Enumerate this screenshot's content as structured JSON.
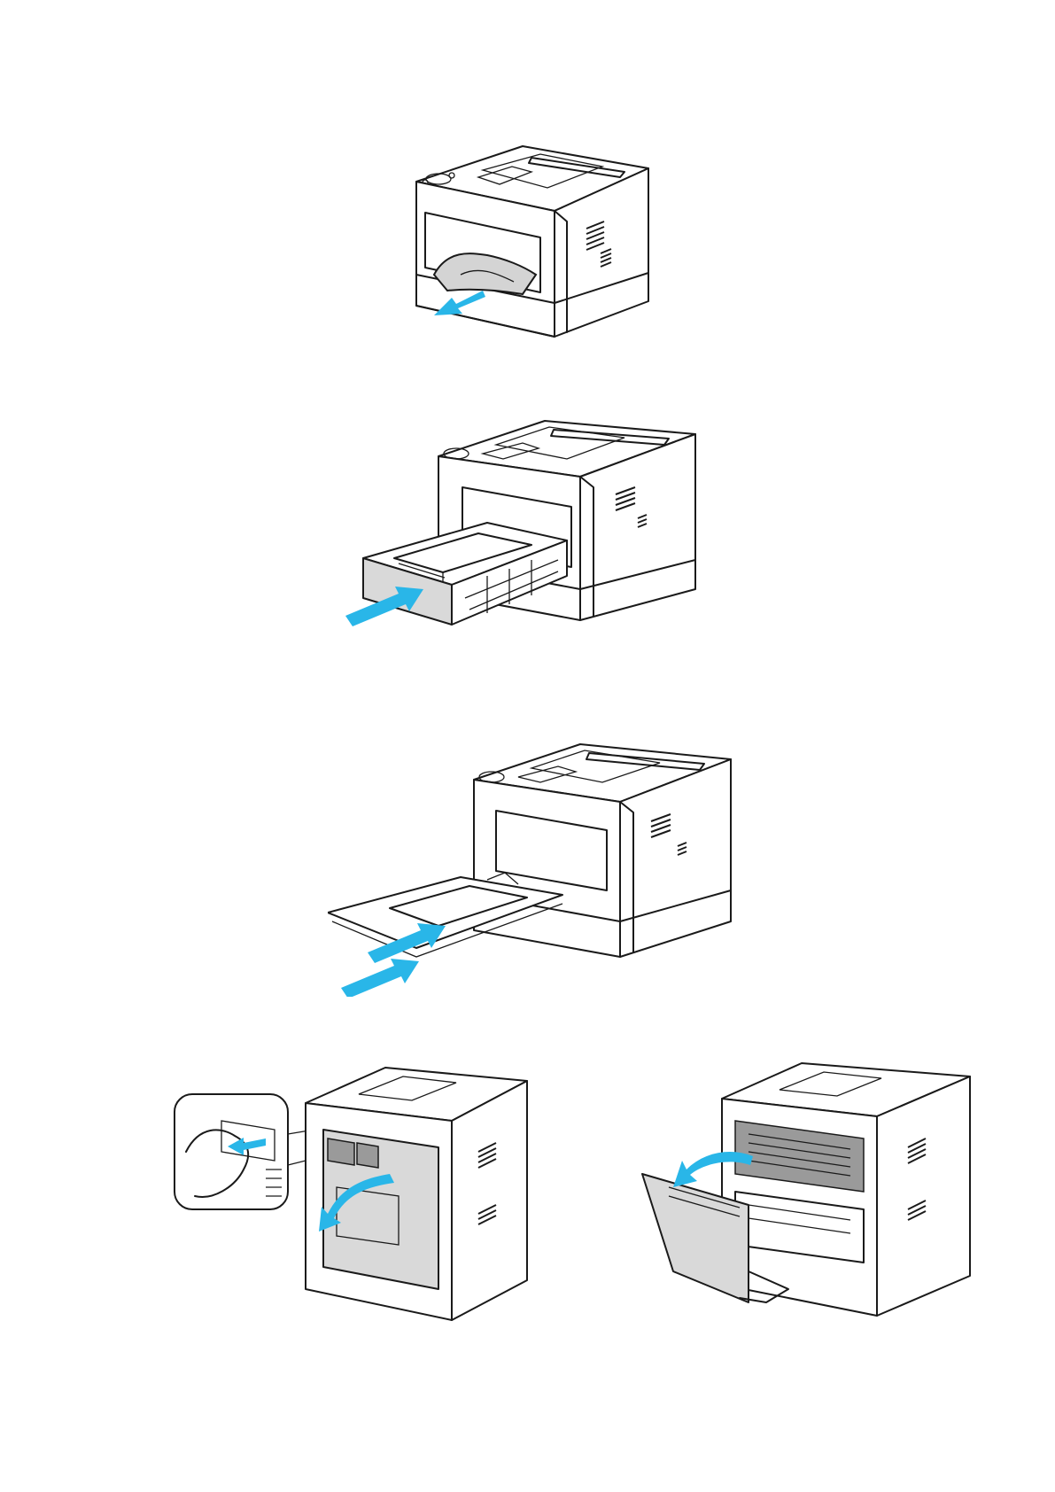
{
  "figures": [
    {
      "id": "fig-1",
      "arrow_color": "#29b6e8"
    },
    {
      "id": "fig-2",
      "arrow_color": "#29b6e8"
    },
    {
      "id": "fig-3",
      "arrow_color": "#29b6e8"
    },
    {
      "id": "fig-4",
      "arrow_color": "#29b6e8"
    },
    {
      "id": "fig-5",
      "arrow_color": "#29b6e8"
    }
  ],
  "colors": {
    "accent_arrow": "#29b6e8",
    "tray_gray": "#d9d9d9",
    "line": "#1a1a1a"
  }
}
